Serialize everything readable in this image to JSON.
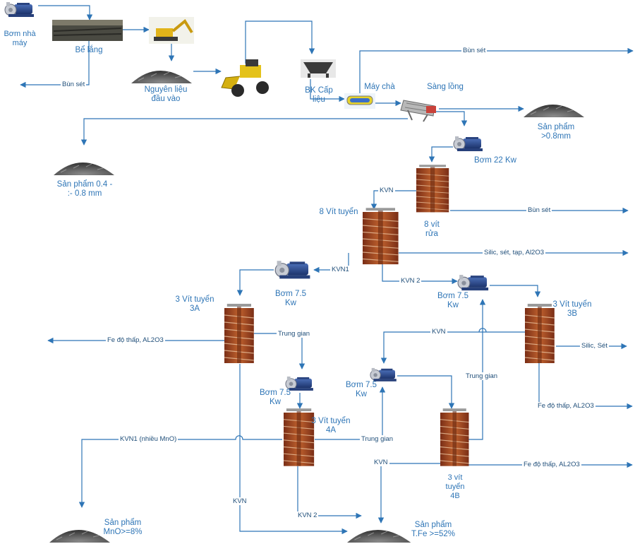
{
  "nodes": {
    "pump_factory": "Bơm nhà\nmáy",
    "settling_tank": "Bể lắng",
    "raw_material": "Nguyên liệu\nđầu vào",
    "feeder": "BK Cấp\nliệu",
    "scrubber": "Máy chà",
    "trommel": "Sàng lồng",
    "product_08": "Sản phẩm\n>0.8mm",
    "product_04_08": "Sản phẩm 0.4 -\n:- 0.8 mm",
    "pump_22": "Bơm 22 Kw",
    "wash_8": "8 vít\nrửa",
    "spiral_8": "8 Vít tuyển",
    "pump_75_a": "Bơm 7.5\nKw",
    "pump_75_b": "Bơm 7.5\nKw",
    "spiral_3a": "3 Vít tuyển\n3A",
    "spiral_3b": "3 Vít tuyển\n3B",
    "pump_75_c": "Bơm 7.5\nKw",
    "pump_75_d": "Bơm 7.5\nKw",
    "spiral_4a": "3 Vít tuyển\n4A",
    "spiral_4b": "3 vít\ntuyển\n4B",
    "product_mno": "Sản phẩm\nMnO>=8%",
    "product_fe": "Sản phẩm\nT.Fe >=52%"
  },
  "flows": {
    "bun_set_1": "Bùn sét",
    "bun_set_2": "Bùn sét",
    "bun_set_3": "Bùn sét",
    "silic_set_tap": "Silic, sét, tạp, Al2O3",
    "kvn_top": "KVN",
    "kvn1": "KVN1",
    "kvn2": "KVN 2",
    "fe_low_1": "Fe độ thấp, AL2O3",
    "trung_gian_1": "Trung gian",
    "kvn_mid": "KVN",
    "silic_set": "Silic, Sét",
    "trung_gian_2": "Trung gian",
    "fe_low_2": "Fe độ thấp, AL2O3",
    "kvn1_mno": "KVN1 (nhiều MnO)",
    "trung_gian_3": "Trung gian",
    "kvn_4b": "KVN",
    "fe_low_3": "Fe độ thấp, AL2O3",
    "kvn_down": "KVN",
    "kvn2_down": "KVN 2"
  }
}
